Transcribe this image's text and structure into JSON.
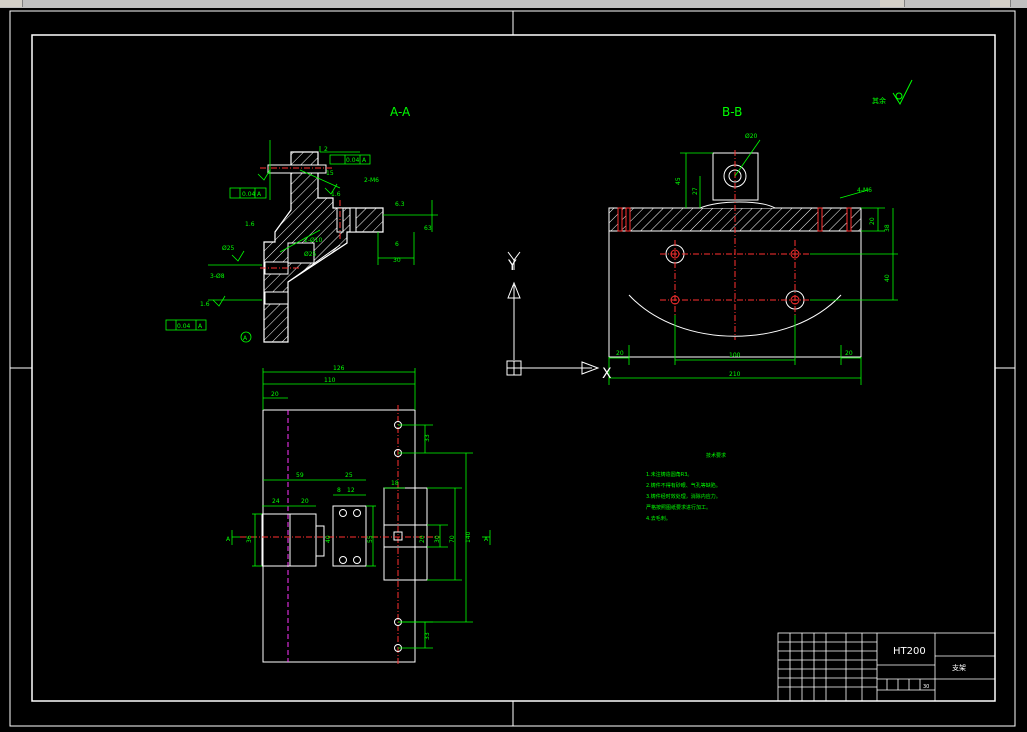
{
  "drawing": {
    "section_aa": "A-A",
    "section_bb": "B-B",
    "y_axis_label": "Y",
    "datum_a": "A",
    "roughness_note": "其余",
    "material": "HT200",
    "part_name": "支架",
    "scale_cell": "30",
    "tech_req_title": "技术要求",
    "tech_req": [
      "1.未注铸造圆角R3。",
      "2.铸件不得有砂眼、气孔等缺陷。",
      "3.铸件经时效处理，消除内应力。",
      "严格按照图纸要求进行加工。",
      "4.去毛刺。"
    ],
    "dims_aa": [
      "2",
      "0.04",
      "A",
      "15",
      "2-M6",
      "1.6",
      "63",
      "30",
      "6.3",
      "6",
      "0.04",
      "A",
      "1.6",
      "Ø25",
      "2-Ø10",
      "Ø25",
      "1.6",
      "0.04",
      "A",
      "3-Ø8"
    ],
    "dims_bb": [
      "Ø20",
      "45",
      "27",
      "4-M6",
      "20",
      "38",
      "40",
      "100",
      "20",
      "20",
      "210"
    ],
    "dims_plan": [
      "126",
      "110",
      "20",
      "59",
      "25",
      "8",
      "12",
      "24",
      "20",
      "18",
      "33",
      "36",
      "40",
      "55",
      "20",
      "30",
      "70",
      "140",
      "33",
      "A",
      "A"
    ],
    "colors": {
      "outline": "#ffffff",
      "dimension": "#00ff00",
      "centerline": "#ff3030",
      "hidden": "#ff33ff"
    }
  }
}
